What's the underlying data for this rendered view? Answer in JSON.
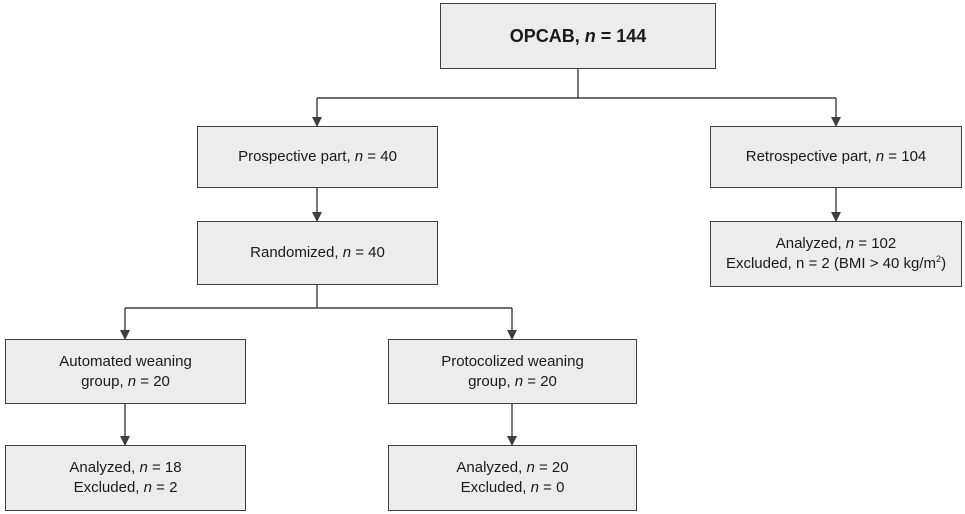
{
  "colors": {
    "box_fill": "#ececec",
    "box_border": "#3f3f3f",
    "line": "#3f3f3f"
  },
  "root": {
    "label": "OPCAB, ",
    "n_var": "n",
    "n_value": " = 144"
  },
  "prospective": {
    "label": "Prospective part, ",
    "n_var": "n",
    "n_value": " = 40"
  },
  "retrospective": {
    "label": "Retrospective part, ",
    "n_var": "n",
    "n_value": " = 104",
    "analyzed_label": "Analyzed, ",
    "analyzed_var": "n",
    "analyzed_value": " = 102",
    "excluded_text": "Excluded, n = 2 (BMI > 40 kg/m",
    "excluded_sup": "2",
    "excluded_close": ")"
  },
  "randomized": {
    "label": "Randomized, ",
    "n_var": "n",
    "n_value": " = 40"
  },
  "automated": {
    "line1": "Automated weaning",
    "line2": "group, ",
    "n_var": "n",
    "n_value": " = 20",
    "analyzed_label": "Analyzed, ",
    "analyzed_var": "n",
    "analyzed_value": " = 18",
    "excluded_label": "Excluded, ",
    "excluded_var": "n",
    "excluded_value": " = 2"
  },
  "protocolized": {
    "line1": "Protocolized weaning",
    "line2": "group, ",
    "n_var": "n",
    "n_value": " = 20",
    "analyzed_label": "Analyzed, ",
    "analyzed_var": "n",
    "analyzed_value": " = 20",
    "excluded_label": "Excluded, ",
    "excluded_var": "n",
    "excluded_value": " = 0"
  }
}
